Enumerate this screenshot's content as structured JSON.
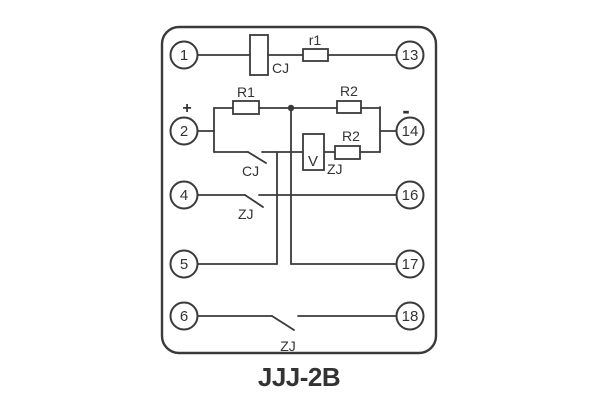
{
  "title": "JJJ-2B",
  "colors": {
    "line": "#3a3a3a",
    "text": "#333333",
    "background": "#ffffff"
  },
  "terminals": {
    "left": [
      "1",
      "2",
      "4",
      "5",
      "6"
    ],
    "right": [
      "13",
      "14",
      "16",
      "17",
      "18"
    ]
  },
  "labels": {
    "polarity_plus": "+",
    "polarity_minus": "-",
    "cj_coil": "CJ",
    "r1_resistor": "r1",
    "R1_resistor": "R1",
    "R2_top_resistor": "R2",
    "R2_bottom_resistor": "R2",
    "zj_coil": "ZJ",
    "zj_coil_symbol": "V",
    "cj_contact": "CJ",
    "zj_contact_mid": "ZJ",
    "zj_contact_bottom": "ZJ"
  }
}
